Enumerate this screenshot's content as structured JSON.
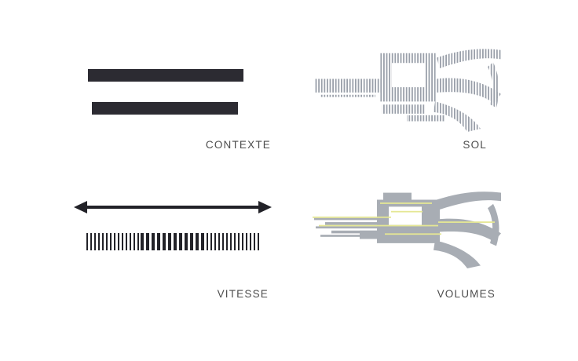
{
  "colors": {
    "ink": "#222228",
    "bar": "#2c2b32",
    "hatch": "#9aa0aa",
    "gray": "#a8adb4",
    "yellow": "#e5e794",
    "label": "#4d4d4d"
  },
  "panels": {
    "contexte": {
      "label": "CONTEXTE"
    },
    "sol": {
      "label": "SOL"
    },
    "vitesse": {
      "label": "VITESSE"
    },
    "volumes": {
      "label": "VOLUMES"
    }
  }
}
